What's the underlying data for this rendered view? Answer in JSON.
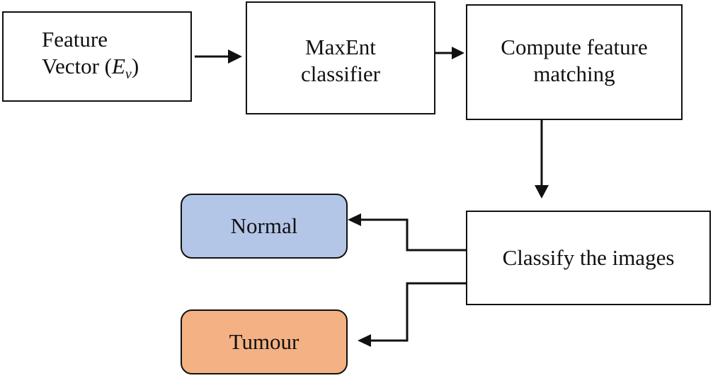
{
  "nodes": {
    "feature_vector": {
      "line1": "Feature",
      "line2_prefix": "Vector (",
      "symbol": "E",
      "subscript": "v",
      "line2_suffix": ")"
    },
    "maxent": {
      "line1": "MaxEnt",
      "line2": "classifier"
    },
    "compute": {
      "line1": "Compute feature",
      "line2": "matching"
    },
    "classify": {
      "label": "Classify the images"
    },
    "normal": {
      "label": "Normal",
      "fill": "#b4c6e7"
    },
    "tumour": {
      "label": "Tumour",
      "fill": "#f4b183"
    }
  },
  "edges": [
    {
      "from": "feature_vector",
      "to": "maxent"
    },
    {
      "from": "maxent",
      "to": "compute"
    },
    {
      "from": "compute",
      "to": "classify"
    },
    {
      "from": "classify",
      "to": "normal"
    },
    {
      "from": "classify",
      "to": "tumour"
    }
  ]
}
